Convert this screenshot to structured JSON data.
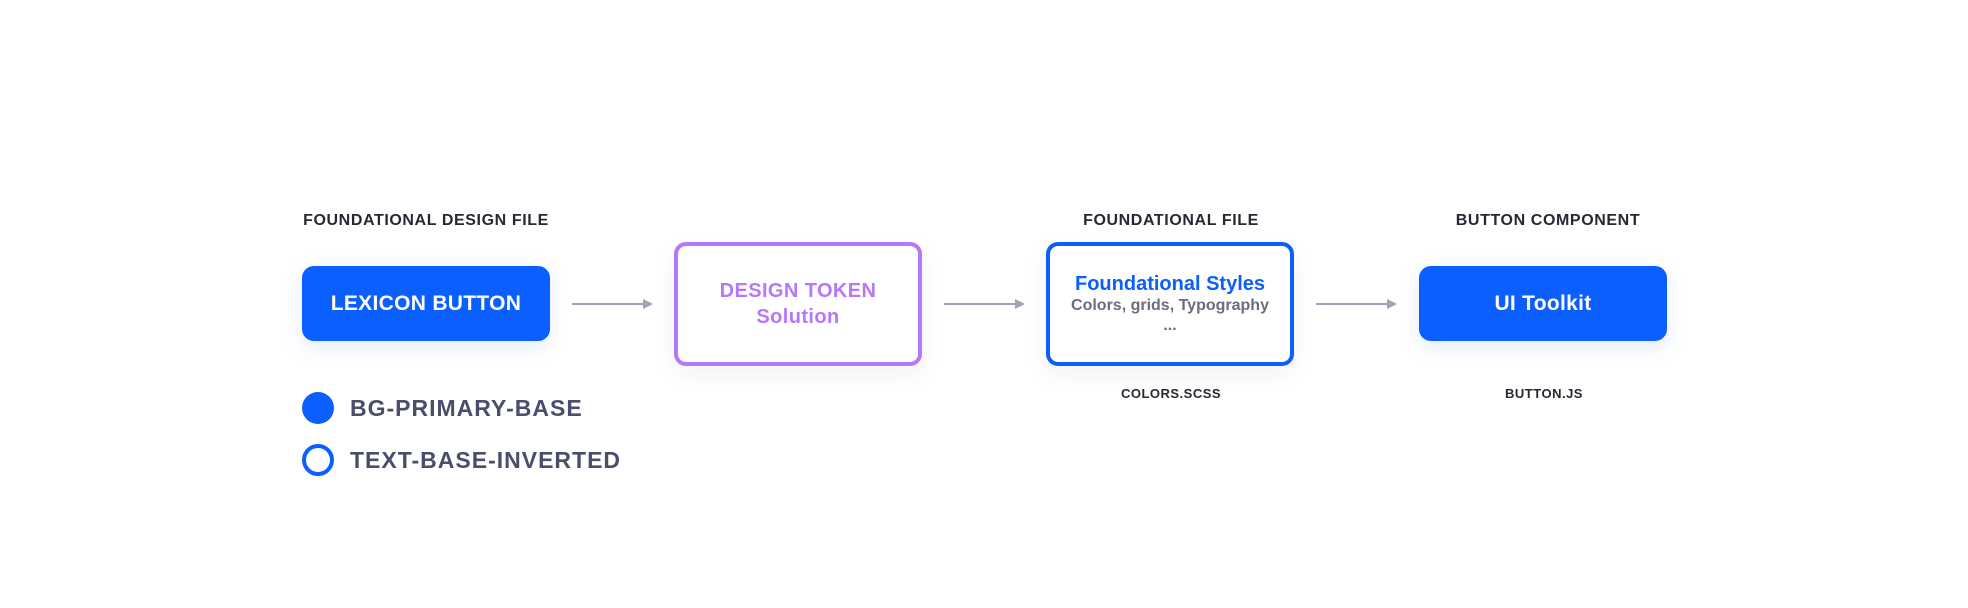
{
  "colors": {
    "primary": "#0b5fff",
    "purple": "#b677f9",
    "arrow": "#9fa3b8",
    "text_dark": "#272833",
    "text_secondary": "#6b6c7e",
    "legend_text": "#4a4e6b"
  },
  "diagram": {
    "captions": {
      "design_file": "FOUNDATIONAL DESIGN FILE",
      "foundational_file": "FOUNDATIONAL FILE",
      "button_component": "BUTTON COMPONENT"
    },
    "nodes": {
      "lexicon_button": {
        "label": "LEXICON BUTTON"
      },
      "design_token": {
        "line1": "DESIGN TOKEN",
        "line2": "Solution"
      },
      "foundational_styles": {
        "title": "Foundational Styles",
        "desc": "Colors, grids, Typography",
        "ellipsis": "..."
      },
      "ui_toolkit": {
        "label": "UI Toolkit"
      }
    },
    "file_labels": {
      "colors": "COLORS.SCSS",
      "button": "BUTTON.JS"
    }
  },
  "legend": {
    "items": [
      {
        "label": "BG-PRIMARY-BASE",
        "style": "filled"
      },
      {
        "label": "TEXT-BASE-INVERTED",
        "style": "outline"
      }
    ]
  }
}
